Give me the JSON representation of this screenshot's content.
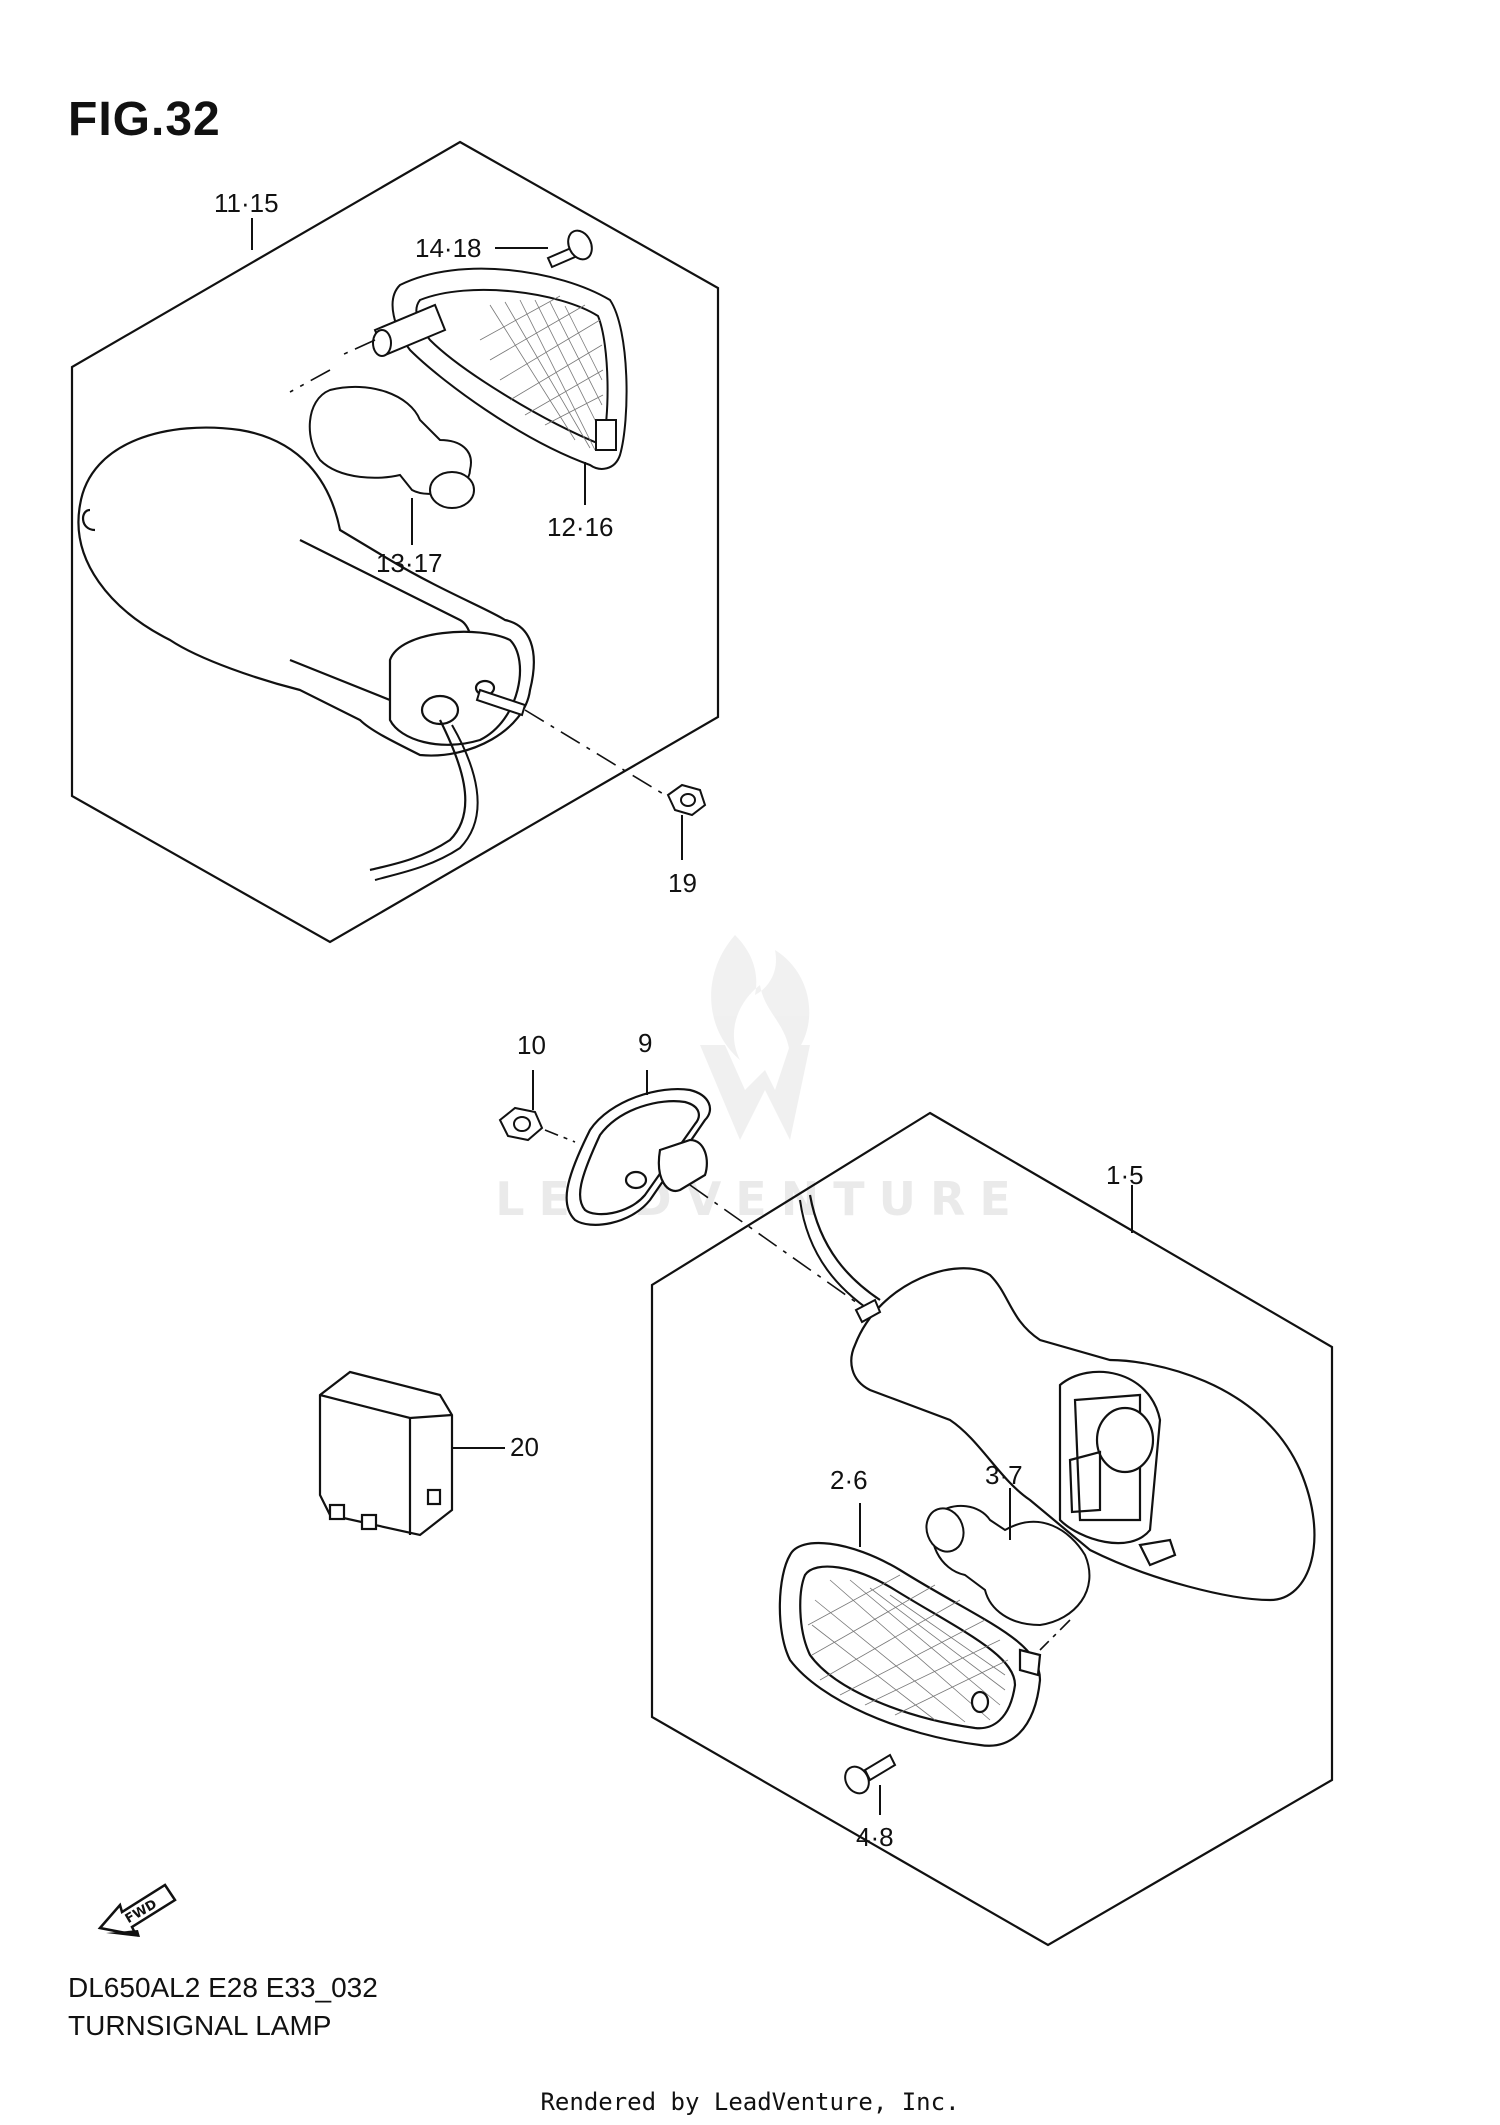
{
  "figure": {
    "title": "FIG.32",
    "model_code": "DL650AL2 E28 E33_032",
    "caption": "TURNSIGNAL LAMP"
  },
  "callouts": {
    "c11_15": "11·15",
    "c14_18": "14·18",
    "c12_16": "12·16",
    "c13_17": "13·17",
    "c19": "19",
    "c10": "10",
    "c9": "9",
    "c1_5": "1·5",
    "c20": "20",
    "c2_6": "2·6",
    "c3_7": "3·7",
    "c4_8": "4·8"
  },
  "fwd_label": "FWD",
  "watermark": "LEADVENTURE",
  "rendered_by": "Rendered by LeadVenture, Inc."
}
